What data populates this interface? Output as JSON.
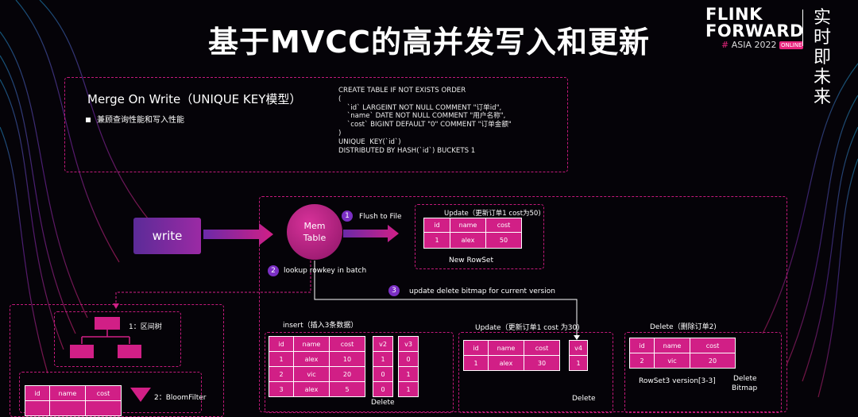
{
  "header": {
    "title": "基于MVCC的高并发写入和更新",
    "logo_line1": "FLINK",
    "logo_line2": "FORWARD",
    "logo_hash": "#",
    "logo_asia": "ASIA 2022",
    "logo_online": "ONLINE",
    "logo_chinese": "实时即未来"
  },
  "merge_box": {
    "title": "Merge On Write（UNIQUE KEY模型）",
    "bullet": "兼顾查询性能和写入性能",
    "sql": "CREATE TABLE IF NOT EXISTS ORDER\n(\n    `id` LARGEINT NOT NULL COMMENT \"订单id\",\n    `name` DATE NOT NULL COMMENT \"用户名称\",\n    `cost` BIGINT DEFAULT \"0\" COMMENT \"订单金额\"\n)\nUNIQUE  KEY(`id`)\nDISTRIBUTED BY HASH(`id`) BUCKETS 1"
  },
  "flow": {
    "write_label": "write",
    "memtable_line1": "Mem",
    "memtable_line2": "Table",
    "step1_num": "1",
    "step1_label": "Flush to File",
    "step2_num": "2",
    "step2_label": "lookup rowkey in batch",
    "step3_num": "3",
    "step3_label": "update delete bitmap for current version"
  },
  "update_new": {
    "title": "Update（更新订单1 cost为50)",
    "headers": [
      "id",
      "name",
      "cost"
    ],
    "row": [
      "1",
      "alex",
      "50"
    ],
    "caption": "New RowSet"
  },
  "insert": {
    "title": "insert（插入3条数据）",
    "headers": [
      "id",
      "name",
      "cost"
    ],
    "rows": [
      [
        "1",
        "alex",
        "10"
      ],
      [
        "2",
        "vic",
        "20"
      ],
      [
        "3",
        "alex",
        "5"
      ]
    ],
    "v2_header": "v2",
    "v2_values": [
      "1",
      "0",
      "0"
    ],
    "v3_header": "v3",
    "v3_values": [
      "0",
      "1",
      "1"
    ],
    "caption_partial": "Delete"
  },
  "update30": {
    "title": "Update（更新订单1 cost 为30)",
    "headers": [
      "id",
      "name",
      "cost"
    ],
    "row": [
      "1",
      "alex",
      "30"
    ],
    "v4_header": "v4",
    "v4_value": "1",
    "caption_partial": "Delete"
  },
  "delete_box": {
    "title": "Delete（删除订单2)",
    "headers": [
      "id",
      "name",
      "cost"
    ],
    "row": [
      "2",
      "vic",
      "20"
    ],
    "rowset_caption": "RowSet3  version[3-3]",
    "bitmap_caption_1": "Delete",
    "bitmap_caption_2": "Bitmap"
  },
  "left_panel": {
    "interval_label": "1：区间树",
    "bloom_label": "2：BloomFilter",
    "headers": [
      "id",
      "name",
      "cost"
    ]
  }
}
